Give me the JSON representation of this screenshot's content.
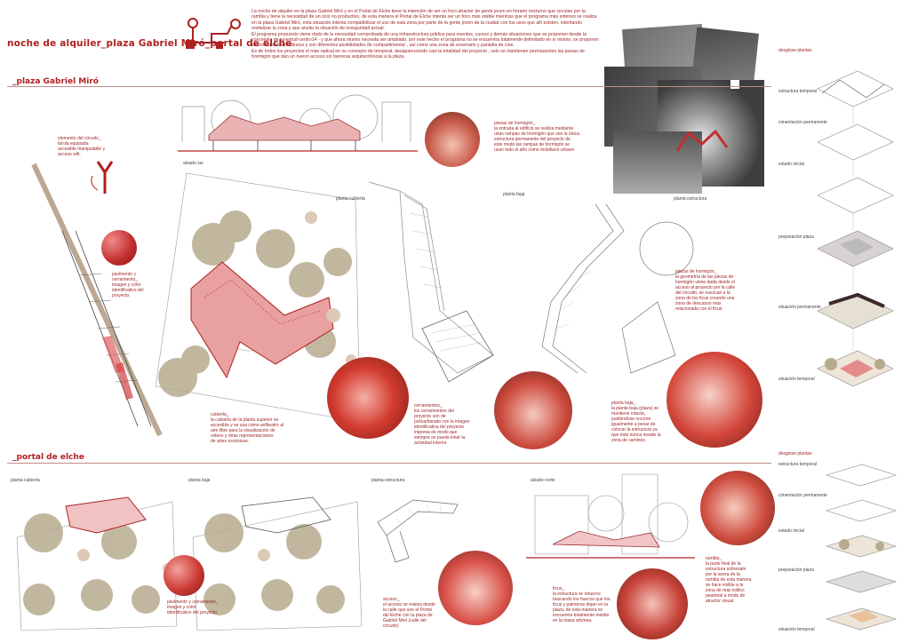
{
  "header": {
    "title": "noche de alquiler_plaza Gabriel Miró_portal de elche",
    "intro_lines": [
      "La noche de alquiler en la plaza Gabriel Miró y en el Portal de Elche tiene la intención de ser un foco atractor de gente joven en horario nocturno que circulan por la",
      "rambla y tiene la necesidad de un ocio no productivo, de esta manera el Portal de Elche intenta ser un foco más visible mientras que el programa más extenso se realiza",
      "en la plaza Gabriel Miró, esta situación intenta compatibilizar el uso de esta zona por parte de la gente joven de la ciudad con los usos que allí existen, intentando",
      "revitalizar la zona y que anular la situación de inseguridad actual.",
      "El programa propuesto viene dado de la necesidad comprobada de una infraestructura pública para eventos, cursos y demás situaciones que se proponen desde la",
      "concejalía de juventud-centro14 - y que ahora mismo necesita ser ampliado, por este hecho el programa no se encuentra totalmente delimitado en sí mismo, se proponen",
      "varios espacios multiusos y con diferentes posibilidades de compartimentar , así como una zona de escenario y pantalla de cine.",
      "Es de todos los proyectos el más radical en su concepto de temporal, desapareciendo casi la totalidad del proyecto , solo se mantienen permanentes las piezas de",
      "hormigón que dan un nuevo acceso sin barreras arquitectónicas a la plaza."
    ]
  },
  "sections": {
    "plaza": "_plaza Gabriel Miró",
    "portal": "_portal de elche"
  },
  "views_top": {
    "alzado_sur": "alzado sur",
    "planta_cubierta": "planta cubierta",
    "planta_baja": "planta baja",
    "planta_estructura": "planta estructura",
    "desglose": "desglose plantas"
  },
  "views_bottom": {
    "planta_cubierta": "planta cubierta",
    "planta_baja": "planta baja",
    "planta_estructura": "planta estructura",
    "alzado_norte": "alzado norte",
    "desglose": "desglose plantas"
  },
  "desglose_top": [
    "estructura temporal",
    "cimentación permanente",
    "estado inicial",
    "preparación plaza",
    "situación permanente",
    "situación temporal"
  ],
  "desglose_bottom": [
    "estructura temporal",
    "cimentación permanente",
    "estado inicial",
    "preparación plaza",
    "situación temporal"
  ],
  "notes": {
    "circuito": [
      "elemento del circuito_",
      "farola equipada",
      "accesible manipulable y",
      "acceso wifi."
    ],
    "pavimento": [
      "pavimento y",
      "cerramiento_",
      "imagen y color",
      "identificativo del",
      "proyecto."
    ],
    "cubierta": [
      "cubierta_",
      "la cubierta de la planta superior es",
      "accesible y se usa como anfiteatro al",
      "aire libre para la visualización de",
      "videos y otras representaciones",
      "de artes escénicas."
    ],
    "piezas": [
      "piezas de hormigón_",
      "la entrada al edificio se realiza mediante",
      "unas rampas de hormigón que son la única",
      "estructura permanente del proyecto de",
      "este modo las rampas de hormigón se",
      "usan todo el año como mobiliario urbano"
    ],
    "cerramientos": [
      "cerramientos_",
      "los cerramientos del",
      "proyecto son de",
      "policarbonato con la imagen",
      "identificativa del proyecto",
      "impresa de modo que",
      "siempre se puede intuir la",
      "actividad interior."
    ],
    "planta_baja": [
      "planta baja_",
      "la planta baja (plaza) se",
      "mantiene intacta,",
      "pudiéndose recorrer",
      "igualmente a pesar de",
      "colocar la estructura ya",
      "que ésta nunca invade la",
      "zona de caminos."
    ],
    "piezas2": [
      "piezas de hormigón_",
      "la geometría de las piezas de",
      "hormigón viene dada desde el",
      "acceso al proyecto por la calle",
      "del circuito, se nuezcan a la",
      "zona de los ficus creando una",
      "zona de descanso más",
      "relacionada con el ficus."
    ],
    "pavimento2": [
      "pavimento y cerramiento_",
      "imagen y color",
      "identificativo del proyecto"
    ],
    "acceso": [
      "acceso_",
      "el acceso se realiza desde",
      "la calle que une el Portal",
      "del Elche con la plaza de",
      "Gabriel Miró (calle del",
      "circuito)"
    ],
    "ficus": [
      "ficus_",
      "la estructura se retuerce",
      "buscando los huecos que los",
      "ficus y palmeras dejan en la",
      "plaza, de esta manera se",
      "encuentra totalmente metido",
      "en la masa arbórea."
    ],
    "rambla": [
      "rambla_",
      "la parte final de la",
      "estructura sobresale",
      "por la acera de la",
      "rambla de esta manera",
      "se hace visible a la",
      "zona de más tráfico",
      "peatonal a modo de",
      "atractor visual."
    ]
  },
  "colors": {
    "accent": "#b02020",
    "tree": "#b6ab8e",
    "pink": "#e08a8a"
  },
  "icons": [
    "logo-bench-icon",
    "circuit-element-icon",
    "north-arrow-icon"
  ]
}
